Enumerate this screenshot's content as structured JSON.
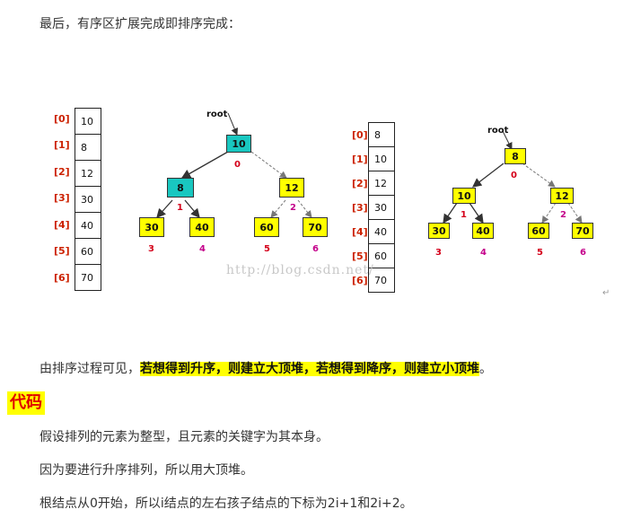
{
  "intro_text": "最后，有序区扩展完成即排序完成：",
  "watermark": "http://blog.csdn.net/",
  "return_mark": "↵",
  "array1": {
    "indices": [
      "[0]",
      "[1]",
      "[2]",
      "[3]",
      "[4]",
      "[5]",
      "[6]"
    ],
    "values": [
      "10",
      "8",
      "12",
      "30",
      "40",
      "60",
      "70"
    ]
  },
  "array2": {
    "indices": [
      "[0]",
      "[1]",
      "[2]",
      "[3]",
      "[4]",
      "[5]",
      "[6]"
    ],
    "values": [
      "8",
      "10",
      "12",
      "30",
      "40",
      "60",
      "70"
    ]
  },
  "tree1": {
    "root_label": "root",
    "nodes": [
      "10",
      "8",
      "12",
      "30",
      "40",
      "60",
      "70"
    ],
    "indices": [
      "0",
      "1",
      "2",
      "3",
      "4",
      "5",
      "6"
    ]
  },
  "tree2": {
    "root_label": "root",
    "nodes": [
      "8",
      "10",
      "12",
      "30",
      "40",
      "60",
      "70"
    ],
    "indices": [
      "0",
      "1",
      "2",
      "3",
      "4",
      "5",
      "6"
    ]
  },
  "conclusion": {
    "prefix": "由排序过程可见，",
    "highlight": "若想得到升序，则建立大顶堆，若想得到降序，则建立小顶堆",
    "suffix": "。"
  },
  "code_title": "代码",
  "para1": "假设排列的元素为整型，且元素的关键字为其本身。",
  "para2": "因为要进行升序排列，所以用大顶堆。",
  "para3": "根结点从0开始，所以i结点的左右孩子结点的下标为2i+1和2i+2。"
}
